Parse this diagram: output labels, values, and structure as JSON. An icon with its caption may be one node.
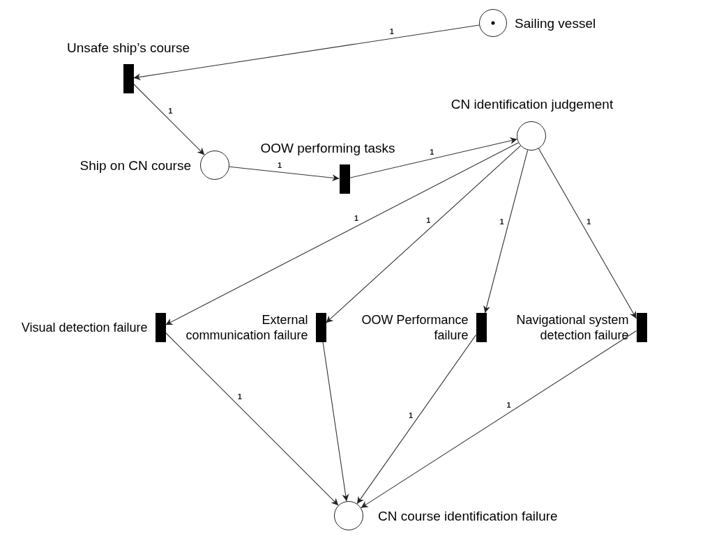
{
  "diagram": {
    "nodes": [
      {
        "text": [
          "Sailing vessel"
        ]
      },
      {
        "text": [
          "Unsafe ship’s course"
        ]
      },
      {
        "text": [
          "Ship on CN course"
        ]
      },
      {
        "text": [
          "OOW performing tasks"
        ]
      },
      {
        "text": [
          "CN identification judgement"
        ]
      },
      {
        "text": [
          "Visual detection failure"
        ]
      },
      {
        "text": [
          "External communication failure"
        ]
      },
      {
        "text": [
          "OOW Performance failure"
        ]
      },
      {
        "text": [
          "Navigational system detection failure"
        ]
      },
      {
        "text": [
          "CN course identification failure"
        ]
      }
    ],
    "edges": [
      {
        "from": 0,
        "to": 1,
        "arrow": "to",
        "label": "1"
      },
      {
        "from": 1,
        "to": 2,
        "arrow": "to",
        "label": "1"
      },
      {
        "from": 2,
        "to": 3,
        "arrow": "to",
        "label": "1"
      },
      {
        "from": 3,
        "to": 4,
        "arrow": "to",
        "label": "1"
      },
      {
        "from": 4,
        "to": 5,
        "arrow": "to",
        "label": "1"
      },
      {
        "from": 4,
        "to": 6,
        "arrow": "to",
        "label": "1"
      },
      {
        "from": 4,
        "to": 7,
        "arrow": "to",
        "label": "1"
      },
      {
        "from": 4,
        "to": 8,
        "arrow": "to",
        "label": "1"
      },
      {
        "from": 5,
        "to": 9,
        "arrow": "to",
        "label": "1"
      },
      {
        "from": 6,
        "to": 9,
        "arrow": "to"
      },
      {
        "from": 7,
        "to": 9,
        "arrow": "to",
        "label": "1"
      },
      {
        "from": 8,
        "to": 9,
        "arrow": "to",
        "label": "1"
      }
    ]
  }
}
